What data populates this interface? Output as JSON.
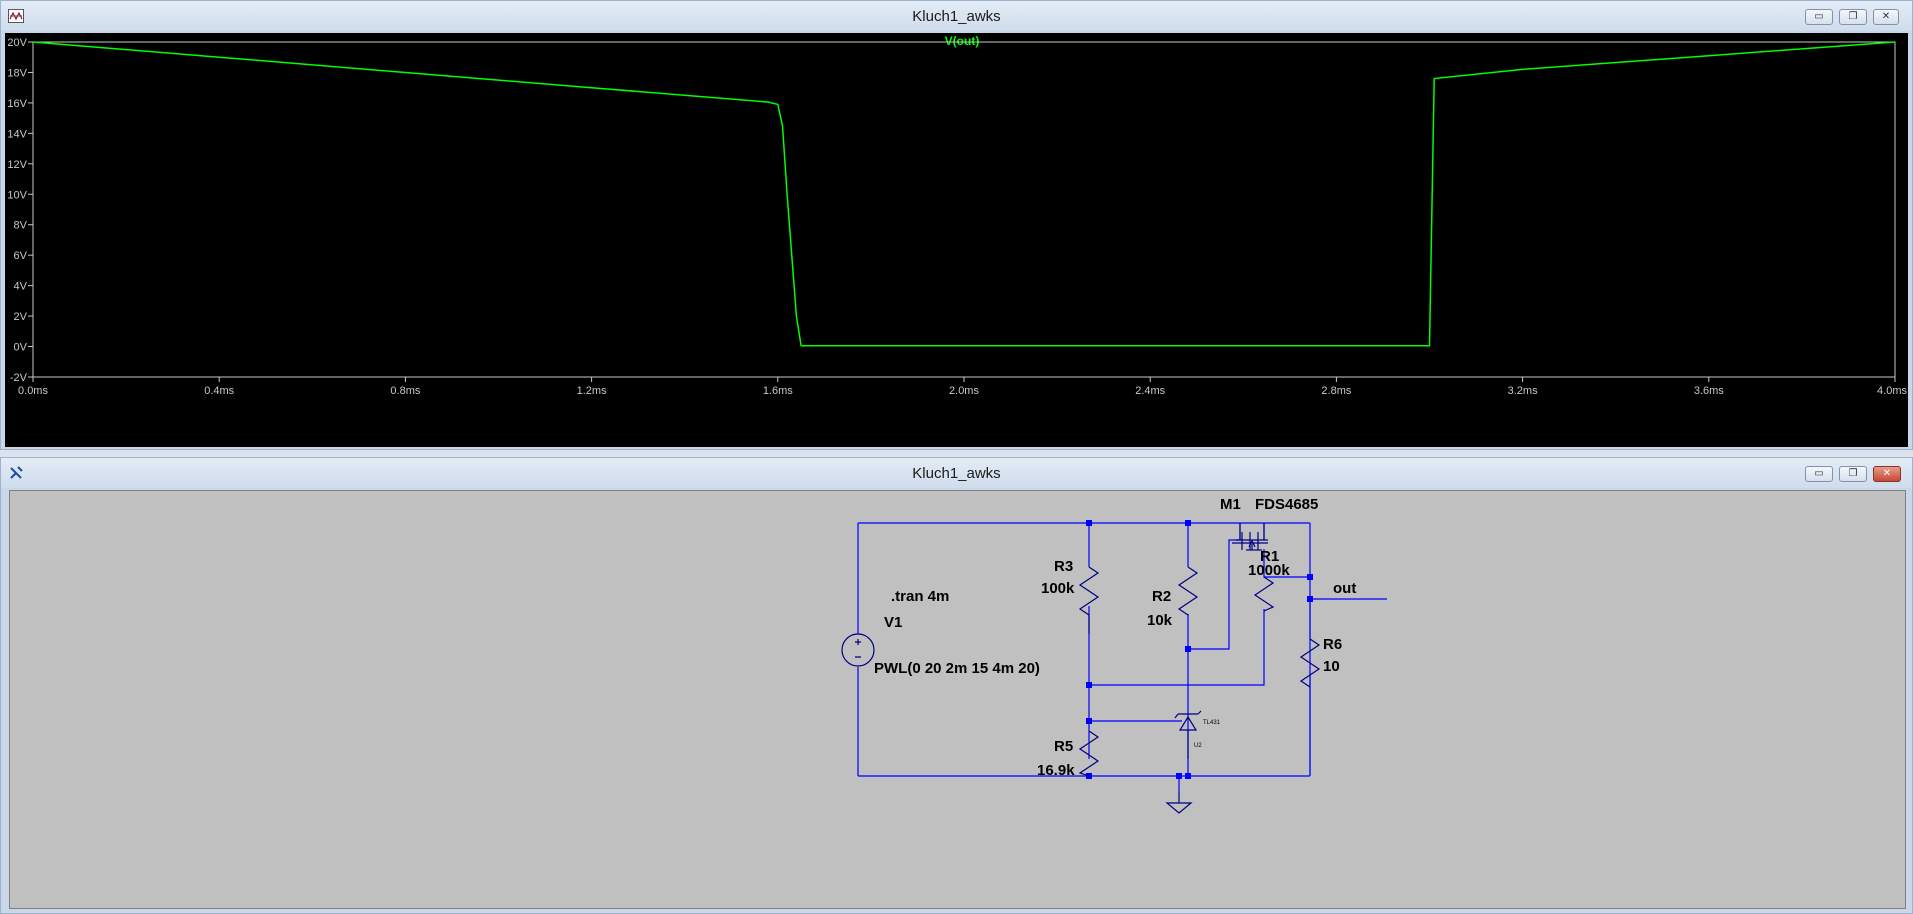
{
  "plot_window": {
    "title": "Kluch1_awks",
    "trace_label": "V(out)",
    "colors": {
      "trace": "#00ff00",
      "axis": "#c8c8c8",
      "background": "#000000"
    },
    "y_ticks": [
      "20V",
      "18V",
      "16V",
      "14V",
      "12V",
      "10V",
      "8V",
      "6V",
      "4V",
      "2V",
      "0V",
      "-2V"
    ],
    "x_ticks": [
      "0.0ms",
      "0.4ms",
      "0.8ms",
      "1.2ms",
      "1.6ms",
      "2.0ms",
      "2.4ms",
      "2.8ms",
      "3.2ms",
      "3.6ms",
      "4.0ms"
    ]
  },
  "chart_data": {
    "type": "line",
    "title": "V(out)",
    "xlabel": "",
    "ylabel": "",
    "xlim": [
      0,
      4
    ],
    "ylim": [
      -2,
      20
    ],
    "x_unit": "ms",
    "y_unit": "V",
    "grid": false,
    "series": [
      {
        "name": "V(out)",
        "x": [
          0,
          0.2,
          0.4,
          0.8,
          1.2,
          1.58,
          1.6,
          1.61,
          1.62,
          1.64,
          1.65,
          2.0,
          2.4,
          2.8,
          3.0,
          3.01,
          3.2,
          3.6,
          4.0
        ],
        "y": [
          20,
          19.5,
          19.0,
          18.0,
          17.0,
          16.05,
          15.9,
          14.5,
          10.0,
          2.0,
          0.05,
          0.05,
          0.05,
          0.05,
          0.05,
          17.6,
          18.2,
          19.1,
          20.0
        ]
      }
    ]
  },
  "schematic_window": {
    "title": "Kluch1_awks",
    "colors": {
      "wire": "#0000ff",
      "component": "#000080",
      "background": "#c0c0c0"
    },
    "labels": {
      "m1_name": "M1",
      "m1_part": "FDS4685",
      "r1_name": "R1",
      "r1_value": "1000k",
      "r2_name": "R2",
      "r2_value": "10k",
      "r3_name": "R3",
      "r3_value": "100k",
      "r5_name": "R5",
      "r5_value": "16.9k",
      "r6_name": "R6",
      "r6_value": "10",
      "v1_name": "V1",
      "v1_value": "PWL(0 20 2m 15 4m 20)",
      "tran": ".tran 4m",
      "net_out": "out",
      "u2_part": "TL431",
      "u2_name": "U2"
    }
  },
  "window_buttons": {
    "minimize": "▭",
    "restore": "❐",
    "close": "✕"
  }
}
